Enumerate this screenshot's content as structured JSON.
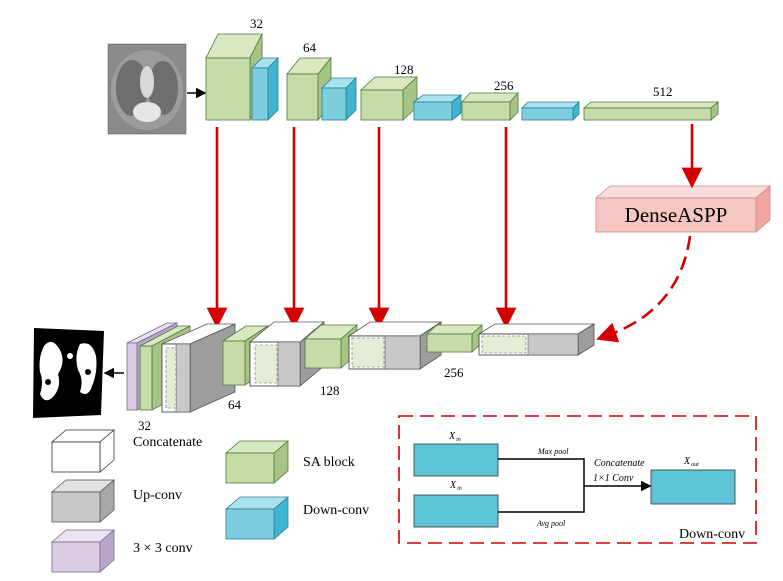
{
  "encoder_channels": [
    "32",
    "64",
    "128",
    "256",
    "512"
  ],
  "decoder_channels": [
    "32",
    "64",
    "128",
    "256"
  ],
  "aspp_label": "DenseASPP",
  "legend": {
    "concatenate": "Concatenate",
    "up_conv": "Up-conv",
    "conv3x3": "3 × 3 conv",
    "sa_block": "SA block",
    "down_conv": "Down-conv"
  },
  "down_conv_detail": {
    "x_in": "X",
    "x_in_sub": "in",
    "x_in2": "X",
    "x_in2_sub": "in",
    "max_pool": "Max pool",
    "avg_pool": "Avg pool",
    "concatenate": "Concatenate",
    "conv": "1×1 Conv",
    "x_out": "X",
    "x_out_sub": "out",
    "title": "Down-conv"
  },
  "colors": {
    "sa_block": "#c6dca8",
    "down_conv": "#7dcfe0",
    "up_conv": "#c8c8c8",
    "conv3x3": "#d9cce4",
    "aspp_fill": "#f6c6c2",
    "arrow_red": "#d40000",
    "dash_red": "#d40000"
  }
}
